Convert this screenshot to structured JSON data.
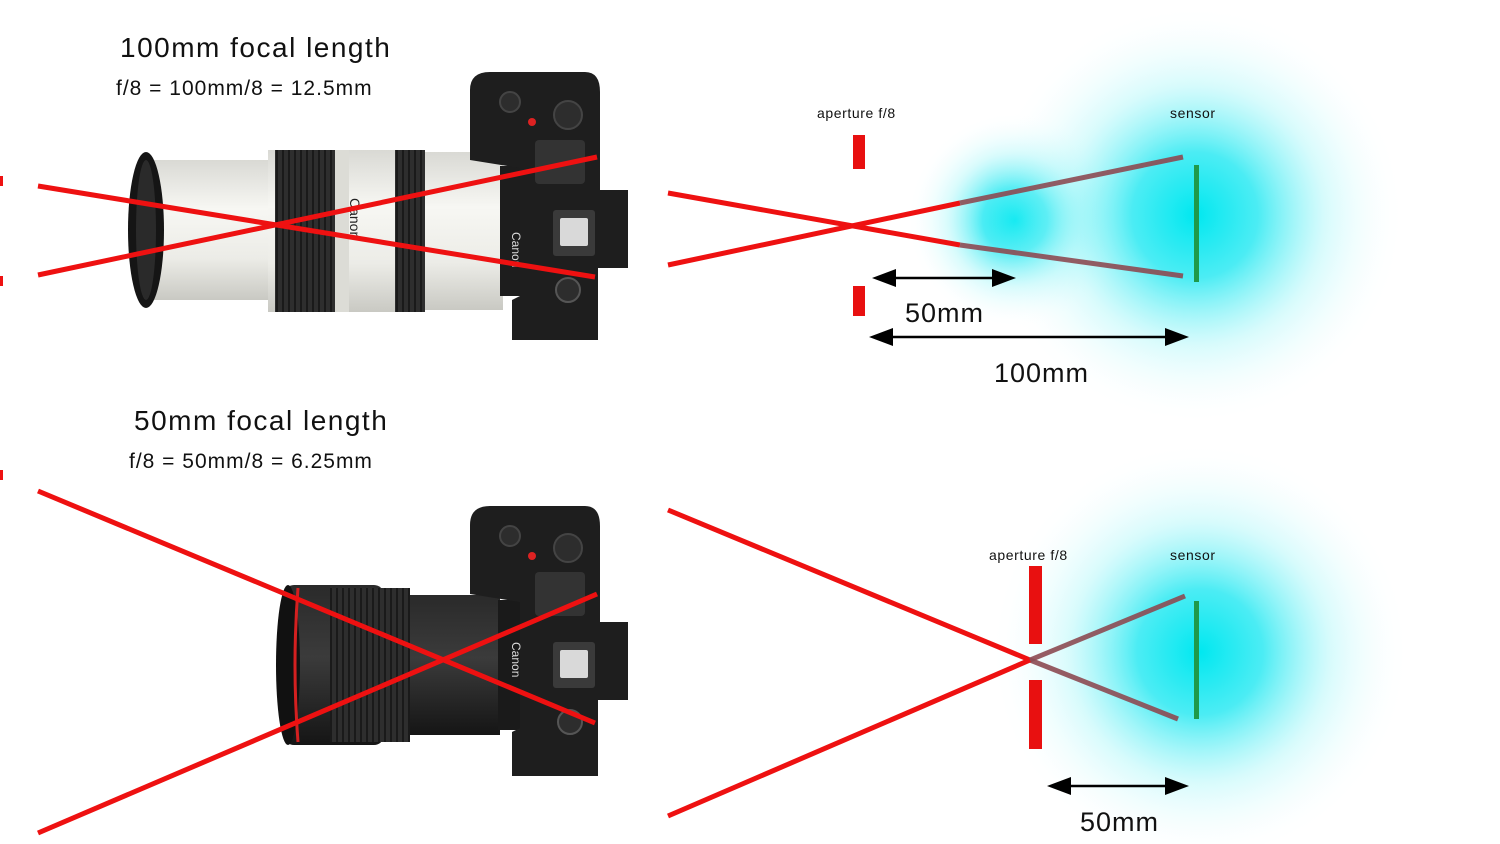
{
  "top": {
    "title": "100mm focal length",
    "formula": "f/8 = 100mm/8 = 12.5mm",
    "aperture_label": "aperture f/8",
    "sensor_label": "sensor",
    "dim_short": "50mm",
    "dim_long": "100mm"
  },
  "bottom": {
    "title": "50mm focal length",
    "formula": "f/8 = 50mm/8 = 6.25mm",
    "aperture_label": "aperture f/8",
    "sensor_label": "sensor",
    "dim": "50mm"
  },
  "camera_brand": "Canon",
  "colors": {
    "ray": "#ee1111",
    "sensor": "#1f9a4a",
    "aperture": "#e81010",
    "glow": "#00e5ee",
    "body": "#1c1c1c",
    "white_lens": "#efefeb"
  }
}
